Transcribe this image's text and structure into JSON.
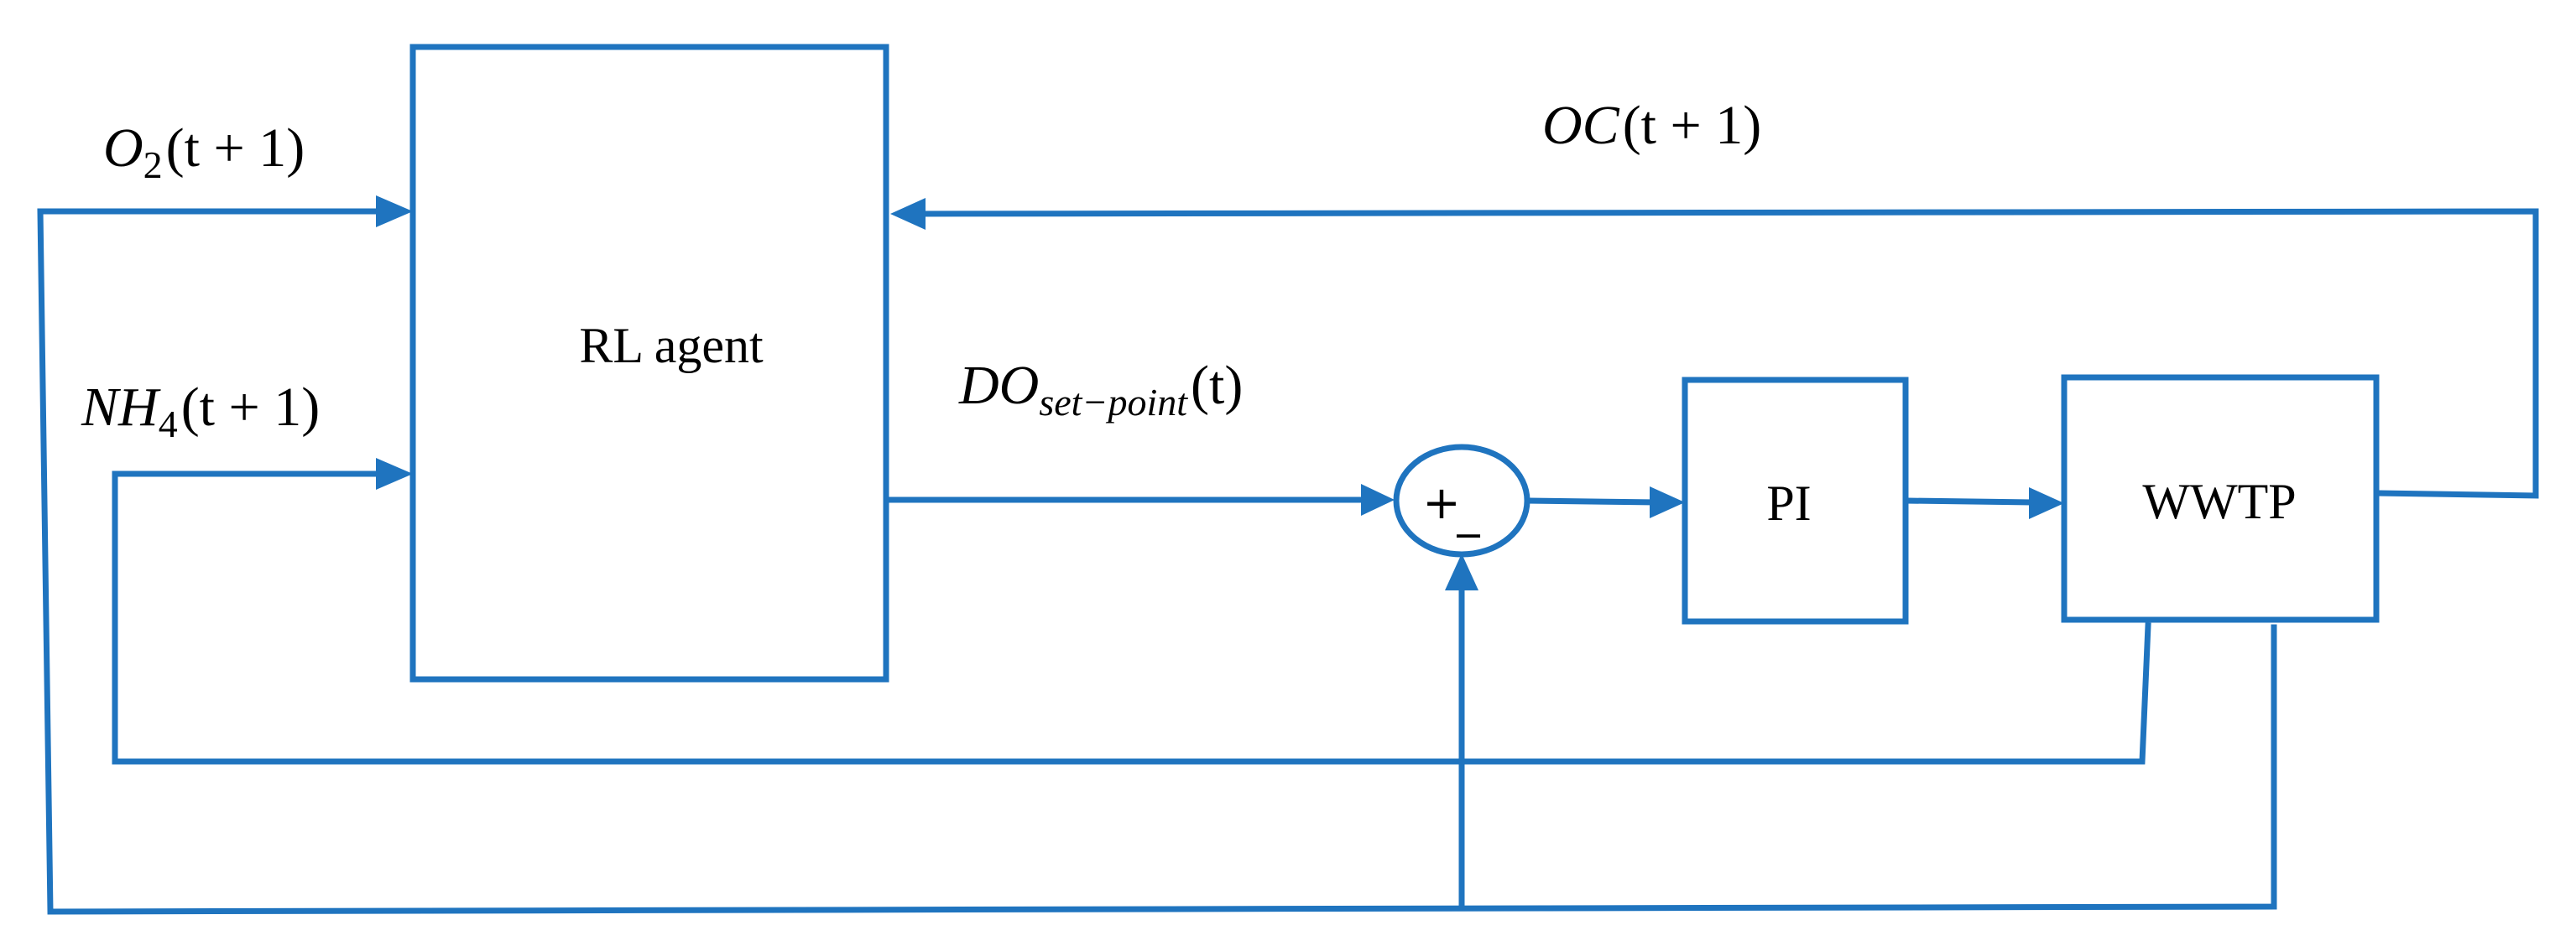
{
  "blocks": {
    "agent": "RL agent",
    "controller": "PI",
    "plant": "WWTP"
  },
  "signals": {
    "o2": {
      "base": "O",
      "sub": "2",
      "arg": "(t + 1)"
    },
    "nh4": {
      "base": "NH",
      "sub": "4",
      "arg": "(t + 1)"
    },
    "oc": {
      "base": "OC",
      "arg": "(t + 1)"
    },
    "do_setpoint": {
      "base": "DO",
      "sub": "set−point",
      "arg": "(t)"
    }
  },
  "summing_junction": {
    "plus": "+",
    "minus": "_"
  },
  "colors": {
    "line": "#1f74bf",
    "text": "#000000",
    "background": "#ffffff"
  }
}
